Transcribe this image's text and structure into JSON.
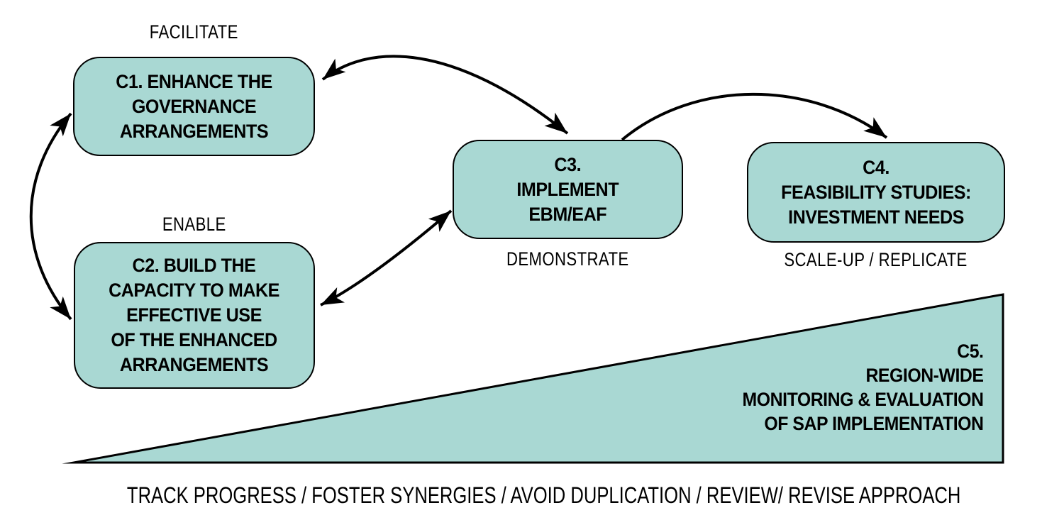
{
  "colors": {
    "shape_fill": "#a9d8d3",
    "shape_outline": "#000000",
    "text": "#000000",
    "background": "#ffffff"
  },
  "boxes": [
    {
      "id": "C1",
      "text": "C1. ENHANCE THE\nGOVERNANCE\nARRANGEMENTS",
      "annotation": "FACILITATE",
      "annotation_position": "above"
    },
    {
      "id": "C2",
      "text": "C2. BUILD THE\nCAPACITY TO MAKE\nEFFECTIVE USE\nOF THE ENHANCED\nARRANGEMENTS",
      "annotation": "ENABLE",
      "annotation_position": "above"
    },
    {
      "id": "C3",
      "text": "C3.\nIMPLEMENT\nEBM/EAF",
      "annotation": "DEMONSTRATE",
      "annotation_position": "below"
    },
    {
      "id": "C4",
      "text": "C4.\nFEASIBILITY STUDIES:\nINVESTMENT NEEDS",
      "annotation": "SCALE-UP / REPLICATE",
      "annotation_position": "below"
    }
  ],
  "triangle": {
    "id": "C5",
    "text": "C5.\nREGION-WIDE\nMONITORING & EVALUATION\nOF SAP IMPLEMENTATION"
  },
  "caption": "TRACK PROGRESS / FOSTER SYNERGIES / AVOID DUPLICATION / REVIEW/ REVISE APPROACH",
  "arrows": [
    {
      "from": "C1",
      "to": "C3",
      "bidirectional": true
    },
    {
      "from": "C3",
      "to": "C4",
      "bidirectional": false
    },
    {
      "from": "C1",
      "to": "C2",
      "bidirectional": true
    },
    {
      "from": "C2",
      "to": "C3",
      "bidirectional": true
    }
  ]
}
